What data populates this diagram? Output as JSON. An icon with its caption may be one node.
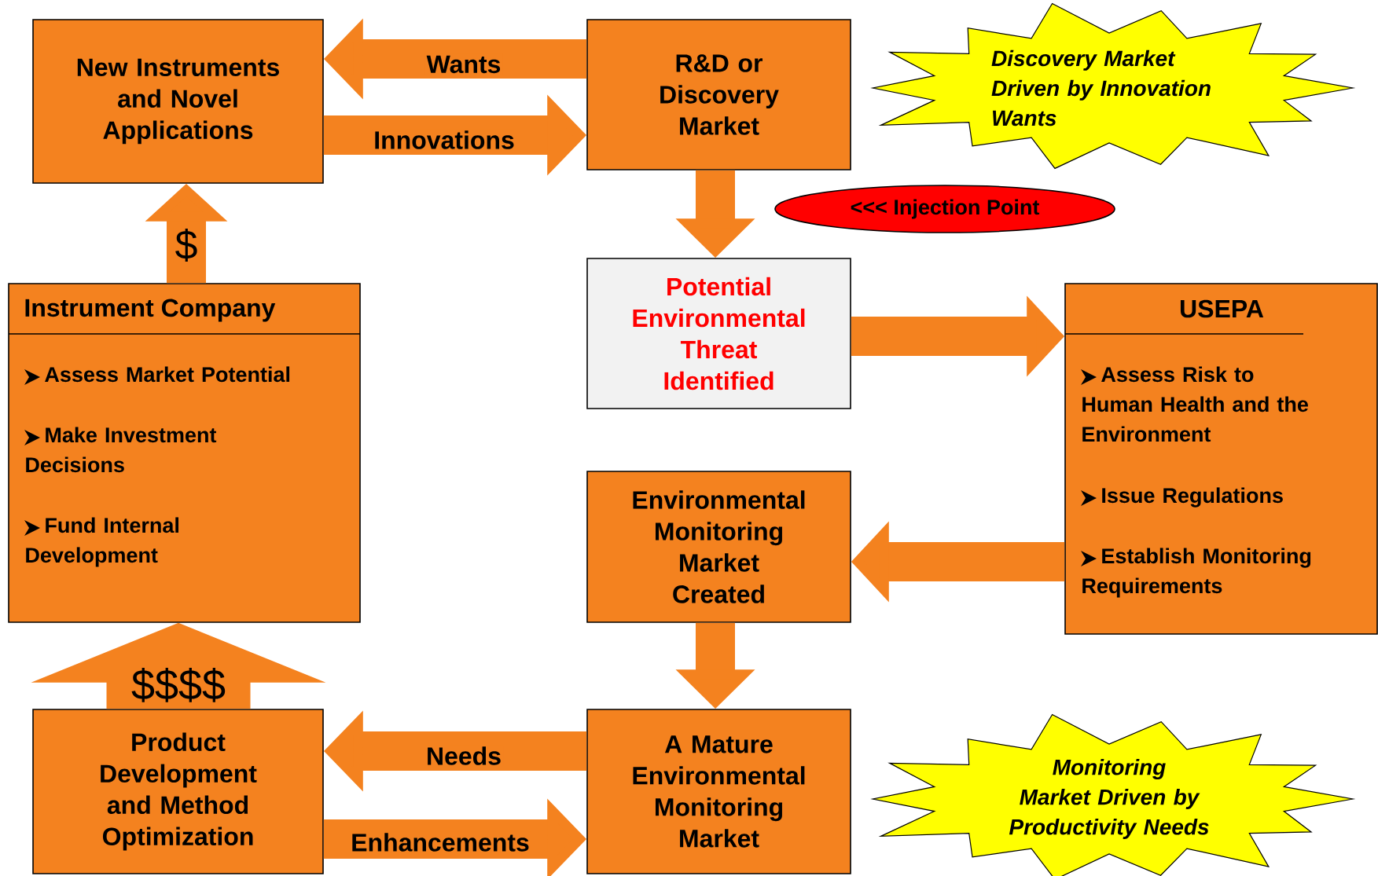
{
  "diagram": {
    "nodes": [
      {
        "text": [
          "New Instruments and Novel Applications"
        ]
      },
      {
        "text": [
          "R&D or Discovery Market"
        ]
      },
      {
        "text": [
          "Discovery Market Driven by Innovation Wants"
        ]
      },
      {
        "text": [
          "<<< Injection Point"
        ]
      },
      {
        "text": [
          "Potential Environmental Threat Identified"
        ]
      },
      {
        "text": [
          "Instrument Company",
          "Assess Market Potential",
          "Make Investment Decisions",
          "Fund Internal Development"
        ]
      },
      {
        "text": [
          "USEPA",
          "Assess Risk to Human Health and the Environment",
          "Issue Regulations",
          "Establish Monitoring Requirements"
        ]
      },
      {
        "text": [
          "Environmental Monitoring Market Created"
        ]
      },
      {
        "text": [
          "Product Development and Method Optimization"
        ]
      },
      {
        "text": [
          "A Mature Environmental Monitoring Market"
        ]
      },
      {
        "text": [
          "Monitoring Market Driven by Productivity Needs"
        ]
      }
    ],
    "edges": [
      {
        "from": 1,
        "to": 0,
        "arrow": "to",
        "label": "Wants"
      },
      {
        "from": 0,
        "to": 1,
        "arrow": "to",
        "label": "Innovations"
      },
      {
        "from": 1,
        "to": 4,
        "arrow": "to"
      },
      {
        "from": 5,
        "to": 0,
        "arrow": "to",
        "label": "$"
      },
      {
        "from": 4,
        "to": 6,
        "arrow": "to"
      },
      {
        "from": 6,
        "to": 7,
        "arrow": "to"
      },
      {
        "from": 7,
        "to": 9,
        "arrow": "to"
      },
      {
        "from": 9,
        "to": 8,
        "arrow": "to",
        "label": "Needs"
      },
      {
        "from": 8,
        "to": 9,
        "arrow": "to",
        "label": "Enhancements"
      },
      {
        "from": 8,
        "to": 5,
        "arrow": "to",
        "label": "$$$$",
        "style": "thick"
      }
    ]
  }
}
